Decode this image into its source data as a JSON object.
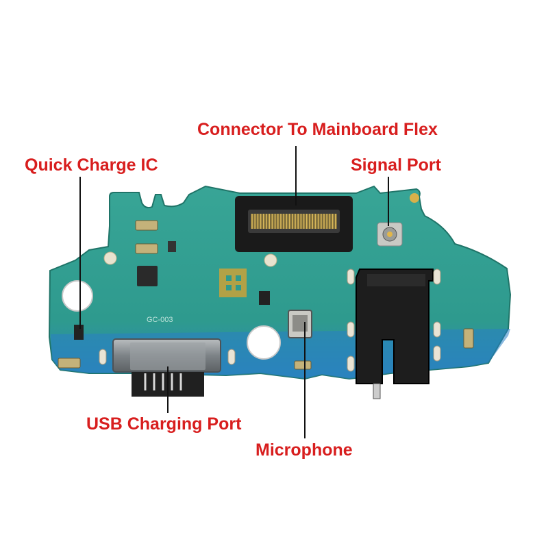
{
  "colors": {
    "label": "#d81e1e",
    "leader_line": "#111111",
    "pcb_green": "#2e9a8e",
    "pcb_blue_edge": "#2a7fc4",
    "connector_black": "#141414",
    "gold_pad": "#c9a23a",
    "metal": "#8a8f93"
  },
  "labels": {
    "connector": "Connector To Mainboard Flex",
    "quick_charge": "Quick Charge IC",
    "signal_port": "Signal Port",
    "usb_port": "USB Charging Port",
    "microphone": "Microphone"
  },
  "icons": {
    "usb": "usb-c-port-icon",
    "mic": "microphone-chip-icon",
    "antenna": "signal-antenna-icon",
    "jack": "headphone-jack-icon"
  },
  "board_silk_text": "GC-003"
}
